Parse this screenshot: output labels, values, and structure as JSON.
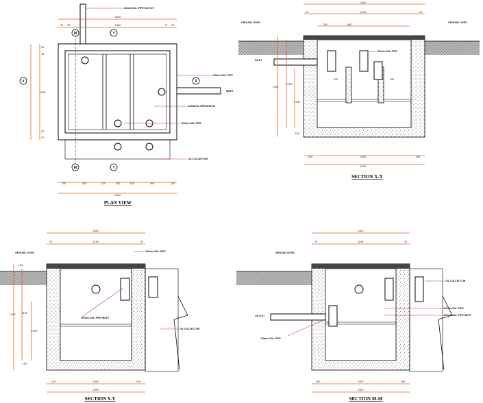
{
  "titles": {
    "plan": "PLAN VIEW",
    "section_x": "SECTION X-X",
    "section_y": "SECTION Y-Y",
    "section_m": "SECTION M-M"
  },
  "plan": {
    "label_outlet_pipe": "100mm DIA. PIPE OUTLET",
    "label_pipe_right": "100mm DIA. PIPE",
    "label_inlet": "INLET",
    "label_separator": "SAND/OIL SEPARATOR",
    "label_pipe_bottom": "100mm DIA. PIPE",
    "label_collector": "OIL COLLECTOR",
    "bubble_m": "M",
    "bubble_y": "Y",
    "bubble_x": "X",
    "dims_top": [
      "1600",
      "75",
      "75",
      "1300",
      "75",
      "75"
    ],
    "dims_left": [
      "75",
      "75",
      "1300",
      "75",
      "75"
    ],
    "dims_bottom": [
      "150",
      "400",
      "100",
      "200",
      "100",
      "400",
      "150",
      "1600"
    ]
  },
  "section_x": {
    "label_ground_left": "GROUND LEVEL",
    "label_ground_right": "GROUND LEVEL",
    "label_pipe": "100mm DIA. PIPE",
    "label_inlet": "INLET",
    "dims_top": [
      "1600",
      "75",
      "1300",
      "75",
      "200",
      "450"
    ],
    "dims_left": [
      "1400",
      "1150",
      "1000",
      "150"
    ],
    "dims_inner": [
      "100",
      "100"
    ],
    "dims_bottom": [
      "150",
      "1300",
      "150",
      "1600"
    ]
  },
  "section_y": {
    "label_ground": "GROUND LEVEL",
    "label_pipe_top": "100mm DIA. PIPE",
    "label_pipe_inlet": "100mm DIA. PIPE INLET",
    "label_collector": "OIL COLLECTOR",
    "dims_top": [
      "1300",
      "75",
      "1150",
      "75"
    ],
    "dims_left": [
      "100",
      "1400",
      "1150",
      "1000",
      "150"
    ],
    "dims_bottom": [
      "150",
      "1000",
      "150",
      "1300"
    ]
  },
  "section_m": {
    "label_ground": "GROUND LEVEL",
    "label_collector": "OIL COLLECTOR",
    "label_outlet": "OUTLET",
    "label_pipe_outlet": "100mm DIA. PIPE",
    "label_pipe_right1": "100mm DIA. PIPE",
    "label_pipe_right2": "100mm DIA. PIPE INLET",
    "dims_top": [
      "1300",
      "75",
      "1150",
      "75"
    ],
    "dims_bottom": [
      "150",
      "1000",
      "150",
      "1300"
    ]
  }
}
